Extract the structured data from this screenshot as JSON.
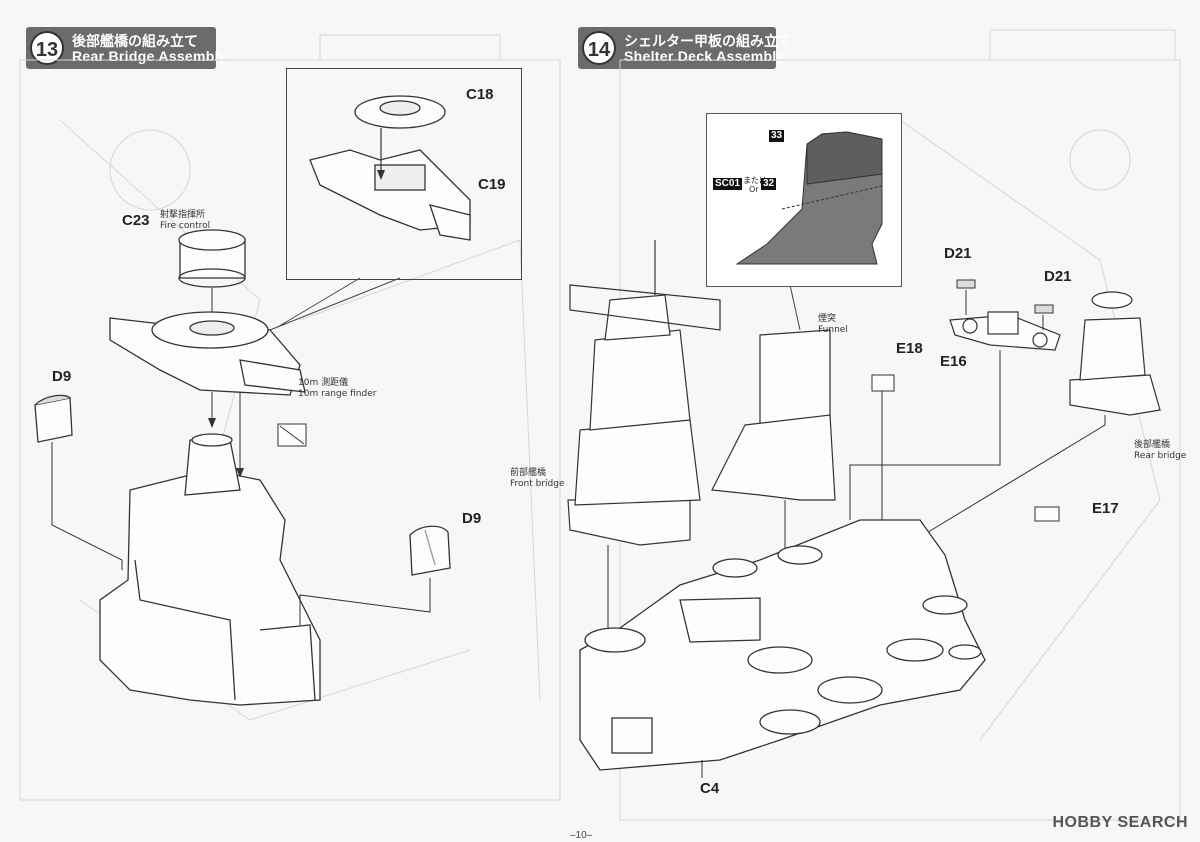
{
  "step13": {
    "number": "13",
    "title_jp": "後部艦橋の組み立て",
    "title_en": "Rear Bridge Assembly"
  },
  "step14": {
    "number": "14",
    "title_jp": "シェルター甲板の組み立て",
    "title_en": "Shelter Deck Assembly"
  },
  "parts": {
    "c18": "C18",
    "c19": "C19",
    "c23": "C23",
    "d9_left": "D9",
    "d9_right": "D9",
    "d21_left": "D21",
    "d21_right": "D21",
    "e16": "E16",
    "e18": "E18",
    "e17": "E17",
    "c4": "C4"
  },
  "notes": {
    "fire_control_jp": "射撃指揮所",
    "fire_control_en": "Fire control",
    "range_jp": "10m 測距儀",
    "range_en": "10m range finder",
    "front_bridge_jp": "前部艦橋",
    "front_bridge_en": "Front bridge",
    "funnel_jp": "煙突",
    "funnel_en": "Funnel",
    "rear_bridge_jp": "後部艦橋",
    "rear_bridge_en": "Rear bridge"
  },
  "callout": {
    "tag33": "33",
    "tag_sc01": "SC01",
    "or_jp": "または",
    "or_en": "Or",
    "tag32": "32"
  },
  "page_number": "–10–",
  "watermark": "HOBBY SEARCH",
  "colors": {
    "header_bg": "#6b6b6b",
    "funnel_shade": "#777777"
  }
}
